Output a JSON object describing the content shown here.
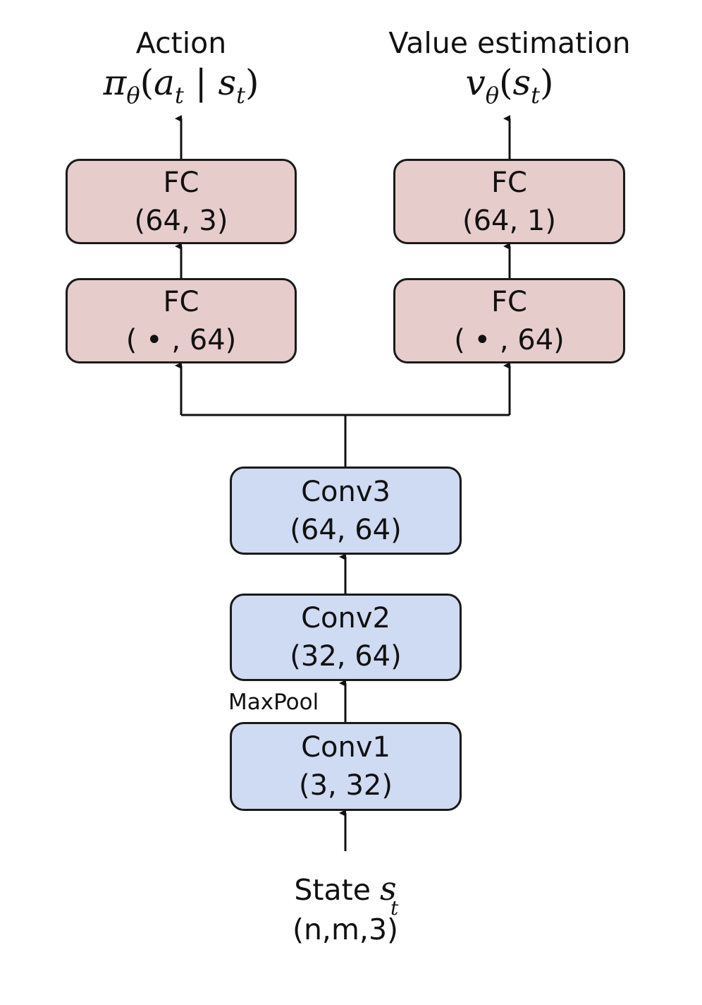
{
  "outputs": {
    "action": {
      "label": "Action",
      "formula": {
        "pi": "π",
        "theta": "θ",
        "open": "(",
        "a": "a",
        "t1": "t",
        "bar": " | ",
        "s": "s",
        "t2": "t",
        "close": ")"
      }
    },
    "value": {
      "label": "Value estimation",
      "formula": {
        "v": "v",
        "theta": "θ",
        "open": "(",
        "s": "s",
        "t": "t",
        "close": ")"
      }
    }
  },
  "policy_head": {
    "fc_top": {
      "name": "FC",
      "shape": "(64, 3)"
    },
    "fc_bottom": {
      "name": "FC",
      "shape": "( • , 64)"
    }
  },
  "value_head": {
    "fc_top": {
      "name": "FC",
      "shape": "(64, 1)"
    },
    "fc_bottom": {
      "name": "FC",
      "shape": "( • , 64)"
    }
  },
  "backbone": {
    "conv3": {
      "name": "Conv3",
      "shape": "(64, 64)"
    },
    "conv2": {
      "name": "Conv2",
      "shape": "(32, 64)"
    },
    "conv1": {
      "name": "Conv1",
      "shape": "(3, 32)"
    },
    "pool_label": "MaxPool"
  },
  "input": {
    "label": "State",
    "symbol": "s",
    "subscript": "t",
    "shape": "(n,m,3)"
  },
  "colors": {
    "fc_fill": "#e7cccc",
    "conv_fill": "#cfdaf3",
    "stroke": "#1a1a1a"
  }
}
